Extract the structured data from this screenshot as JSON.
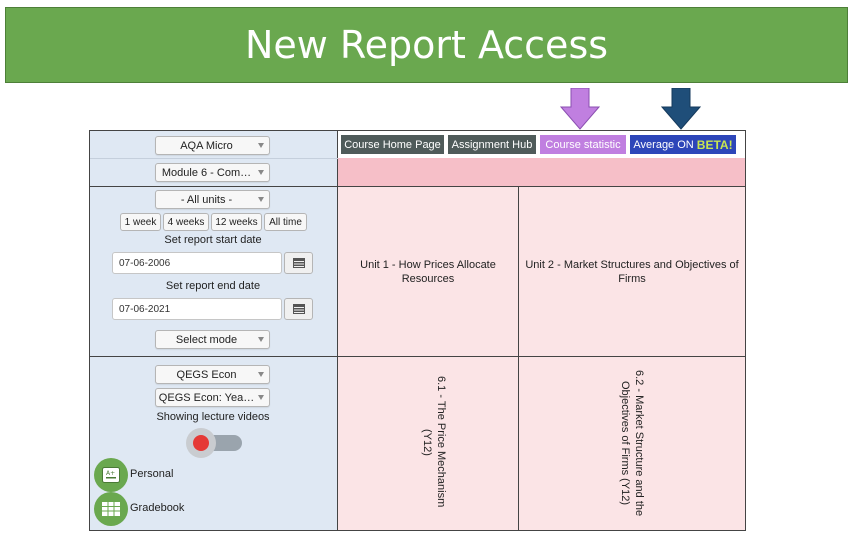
{
  "banner": {
    "title": "New Report Access"
  },
  "colors": {
    "banner": "#6aa84f",
    "arrow_course": "#c07fe0",
    "arrow_average": "#1f4e79"
  },
  "left_panel": {
    "subject_select": "AQA Micro",
    "module_select": "Module 6 - Com…",
    "units_select": "- All units -",
    "period_buttons": [
      "1 week",
      "4 weeks",
      "12 weeks",
      "All time"
    ],
    "start_label": "Set report start date",
    "start_date": "07-06-2006",
    "end_label": "Set report end date",
    "end_date": "07-06-2021",
    "mode_select": "Select mode",
    "group_select": "QEGS Econ",
    "class_select": "QEGS Econ: Yea…",
    "toggle_label": "Showing lecture videos",
    "personal_label": "Personal",
    "gradebook_label": "Gradebook"
  },
  "tabs": {
    "course_home": "Course Home Page",
    "assignment_hub": "Assignment Hub",
    "course_statistic": "Course statistic",
    "average_on": "Average ON",
    "beta": "BETA!"
  },
  "units": [
    {
      "title": "Unit 1 - How Prices Allocate Resources",
      "topic": "6.1 - The Price Mechanism (Y12)"
    },
    {
      "title": "Unit 2 - Market Structures and Objectives of Firms",
      "topic": "6.2 - Market Structure and the Objectives of Firms (Y12)"
    }
  ]
}
